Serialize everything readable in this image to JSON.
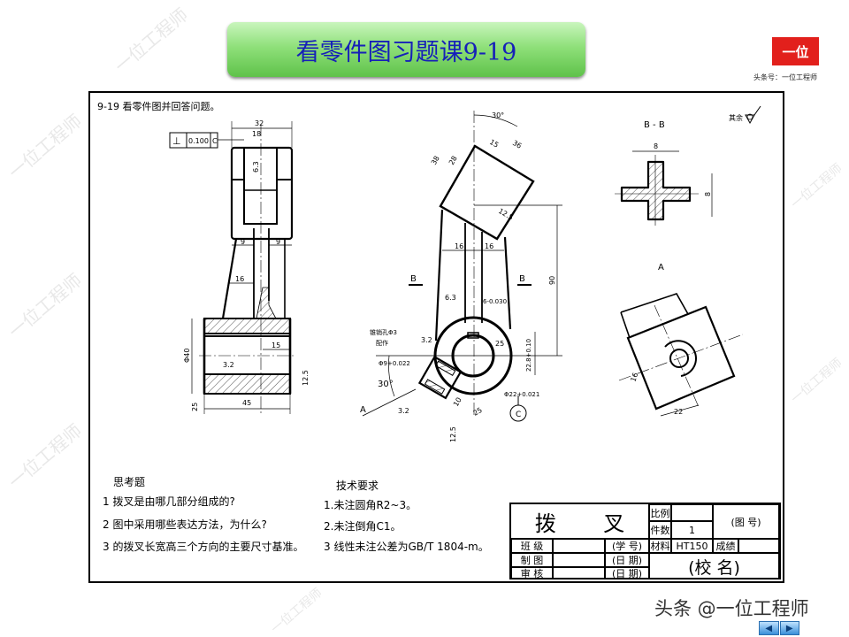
{
  "header": {
    "title": "看零件图习题课9-19"
  },
  "logo": {
    "text": "一位",
    "caption": "头条号：一位工程师",
    "color": "#e2201c"
  },
  "watermark": {
    "text": "一位工程师",
    "bottom": "头条 @一位工程师"
  },
  "nav": {
    "prev_icon": "arrow-left-icon",
    "next_icon": "arrow-right-icon",
    "prev": "◀",
    "next": "▶"
  },
  "drawing": {
    "heading": "9-19 看零件图并回答问题。",
    "left_view": {
      "dim_32": "32",
      "dim_18": "18",
      "tol_value": "0.100",
      "tol_datum": "C",
      "tol_symbol": "⊥",
      "dim_9a": "9",
      "dim_9b": "9",
      "dim_16": "16",
      "dim_15": "15",
      "dim_40": "Φ40",
      "dim_45": "45",
      "rough_32": "3.2",
      "rough_125": "12.5",
      "rough_25": "25",
      "rough_63": "6.3"
    },
    "main_view": {
      "angle_30_top": "30°",
      "dim_15": "15",
      "dim_36": "36",
      "dim_38": "38",
      "dim_28": "28",
      "dim_125": "12.5",
      "dim_16a": "16",
      "dim_16b": "16",
      "dim_90": "90",
      "section_b_left": "B",
      "section_b_right": "B",
      "rough_63": "6.3",
      "dim_6": "6-0.030",
      "note_1": "锥销孔Φ3",
      "note_2": "配作",
      "dim_phi9": "Φ9+0.022",
      "angle_30": "30°",
      "rough_32a": "3.2",
      "rough_32b": "3.2",
      "dim_25": "25",
      "dim_228": "22.8+0.10",
      "dim_phi22": "Φ22+0.021",
      "datum_c": "C",
      "dim_10": "10",
      "dim_25b": "25",
      "rough_125": "12.5",
      "view_a_arrow": "A"
    },
    "section_bb": {
      "label": "B - B",
      "dim_top": "8",
      "dim_side": "8"
    },
    "view_a": {
      "label": "A",
      "dim_16": "16",
      "dim_22": "22"
    },
    "rest_roughness": {
      "label": "其余",
      "symbol": "roughness-any-icon"
    },
    "questions": {
      "heading": "思考题",
      "items": [
        "1 拨叉是由哪几部分组成的?",
        "2 图中采用哪些表达方法，为什么?",
        "3 的拨叉长宽高三个方向的主要尺寸基准。"
      ]
    },
    "tech_req": {
      "heading": "技术要求",
      "items": [
        "1.未注圆角R2~3。",
        "2.未注倒角C1。",
        "3  线性未注公差为GB/T 1804-m。"
      ]
    },
    "title_block": {
      "part_name_1": "拨",
      "part_name_2": "叉",
      "scale_label": "比例",
      "scale_value": "",
      "qty_label": "件数",
      "qty_value": "1",
      "drawing_no": "(图  号)",
      "class_label": "班  级",
      "student_no": "(学  号)",
      "material_label": "材料",
      "material_value": "HT150",
      "grade_label": "成绩",
      "drawn_label": "制  图",
      "date_1": "(日  期)",
      "checked_label": "审  核",
      "date_2": "(日  期)",
      "school": "(校    名)"
    }
  }
}
